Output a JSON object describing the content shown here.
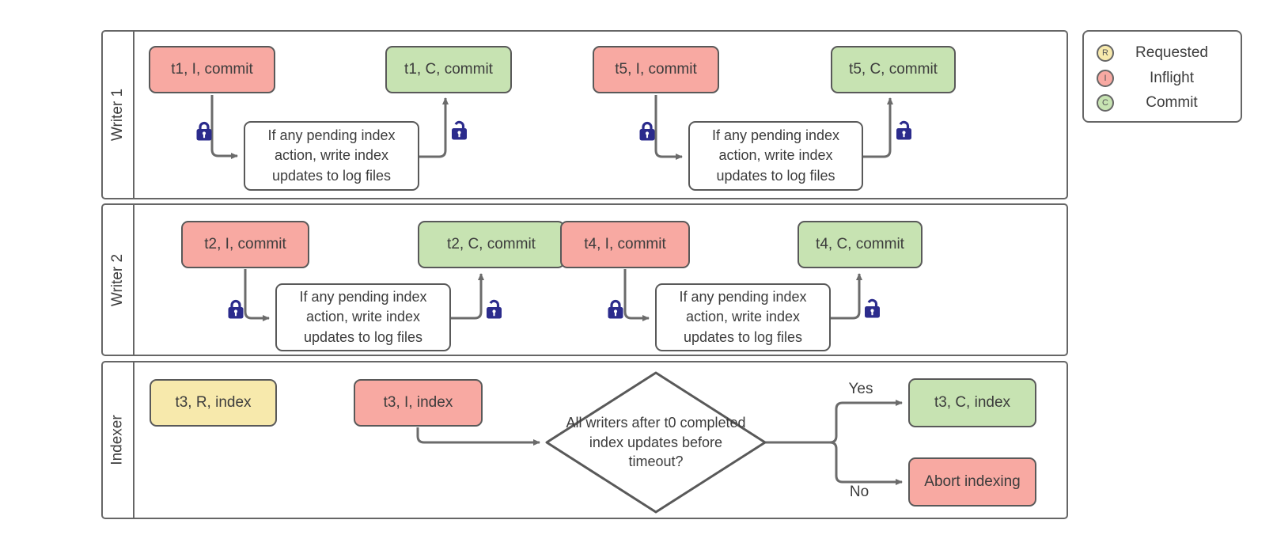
{
  "diagram": {
    "lanes": [
      {
        "label": "Writer 1"
      },
      {
        "label": "Writer 2"
      },
      {
        "label": "Indexer"
      }
    ],
    "process_text": "If any pending index action, write index updates to log files",
    "writer1": {
      "t1_inflight": "t1, I, commit",
      "t1_commit": "t1, C, commit",
      "t5_inflight": "t5, I, commit",
      "t5_commit": "t5, C, commit"
    },
    "writer2": {
      "t2_inflight": "t2, I, commit",
      "t2_commit": "t2, C, commit",
      "t4_inflight": "t4, I, commit",
      "t4_commit": "t4, C, commit"
    },
    "indexer": {
      "t3_requested": "t3, R, index",
      "t3_inflight": "t3, I, index",
      "decision": "All writers after t0 completed index updates before timeout?",
      "yes_label": "Yes",
      "no_label": "No",
      "t3_commit": "t3, C, index",
      "abort": "Abort indexing"
    }
  },
  "legend": {
    "items": [
      {
        "symbol": "R",
        "label": "Requested",
        "color": "#F7E9AC"
      },
      {
        "symbol": "I",
        "label": "Inflight",
        "color": "#F8A9A2"
      },
      {
        "symbol": "C",
        "label": "Commit",
        "color": "#C7E3B2"
      }
    ]
  },
  "icons": {
    "closed_lock": "closed-padlock-icon",
    "open_lock": "open-padlock-icon"
  },
  "colors": {
    "inflight_fill": "#F8A9A2",
    "commit_fill": "#C7E3B2",
    "requested_fill": "#F7E9AC",
    "process_fill": "#FFFFFF",
    "shape_border": "#595959",
    "lane_border": "#666666",
    "arrow": "#6B6B6B",
    "lock": "#2B2B8C",
    "text": "#3C3C3C"
  }
}
